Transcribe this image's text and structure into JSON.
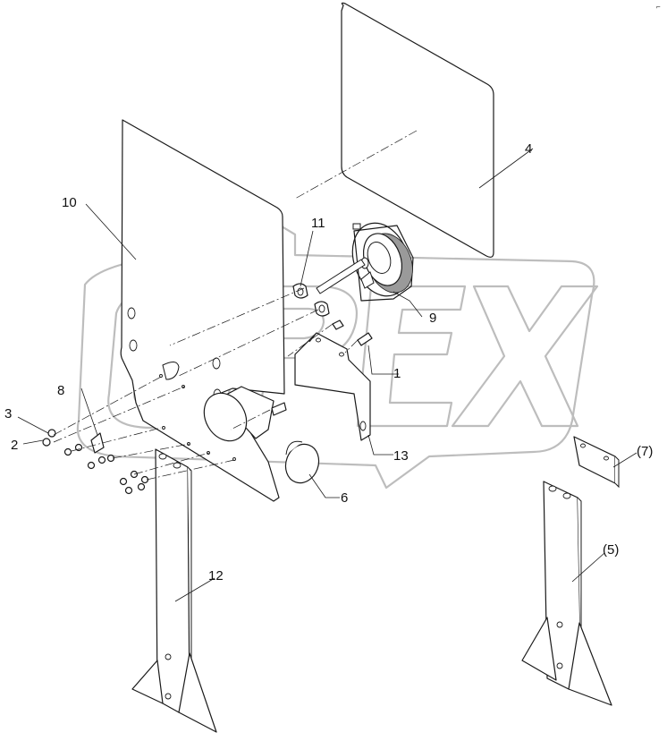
{
  "diagram": {
    "watermark_text": "OPEX",
    "corner_mark": "⌐",
    "callouts": [
      {
        "id": "c1",
        "text": "1"
      },
      {
        "id": "c2",
        "text": "2"
      },
      {
        "id": "c3",
        "text": "3"
      },
      {
        "id": "c4",
        "text": "4"
      },
      {
        "id": "c5",
        "text": "(5)"
      },
      {
        "id": "c6",
        "text": "6"
      },
      {
        "id": "c7",
        "text": "(7)"
      },
      {
        "id": "c8",
        "text": "8"
      },
      {
        "id": "c9",
        "text": "9"
      },
      {
        "id": "c10",
        "text": "10"
      },
      {
        "id": "c11",
        "text": "11"
      },
      {
        "id": "c12",
        "text": "12"
      },
      {
        "id": "c13",
        "text": "13"
      }
    ]
  }
}
